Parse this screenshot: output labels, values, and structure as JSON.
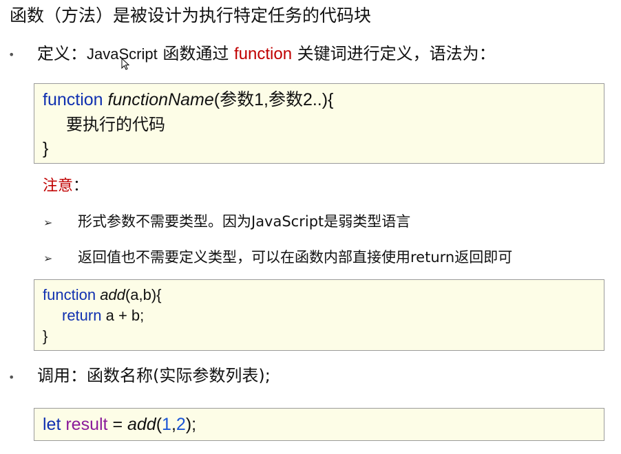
{
  "title": "函数（方法）是被设计为执行特定任务的代码块",
  "definition": {
    "bullet": "•",
    "label": "定义：",
    "prefix": "JavaScript",
    "middle": " 函数通过 ",
    "keyword": "function",
    "suffix": " 关键词进行定义，语法为："
  },
  "syntax_box": {
    "line1_keyword": "function",
    "line1_name": "functionName",
    "line1_params": "(参数1,参数2..){",
    "line2": "要执行的代码",
    "line3": "}"
  },
  "note": {
    "label": "注意",
    "colon": "：",
    "arrow": "➢",
    "items": [
      "形式参数不需要类型。因为JavaScript是弱类型语言",
      "返回值也不需要定义类型，可以在函数内部直接使用return返回即可"
    ]
  },
  "example_box": {
    "line1_keyword": "function",
    "line1_name": "add",
    "line1_params": "(a,b){",
    "line2_keyword": "return",
    "line2_expr": " a + b;",
    "line3": "}"
  },
  "call": {
    "bullet": "•",
    "text": "调用：函数名称(实际参数列表);"
  },
  "call_box": {
    "kw_let": "let",
    "var_name": "result",
    "equals": " = ",
    "fn_name": "add",
    "open_paren": "(",
    "arg1": "1",
    "comma": ",",
    "arg2": "2",
    "close": ");"
  },
  "colors": {
    "keyword_red": "#c00000",
    "keyword_blue": "#1030b0",
    "variable_purple": "#8a1a9a",
    "number_blue": "#1a55d6",
    "code_background": "#fdfde7"
  },
  "icons": [
    "mouse-cursor-icon",
    "bullet-dot-icon",
    "arrow-bullet-icon"
  ]
}
